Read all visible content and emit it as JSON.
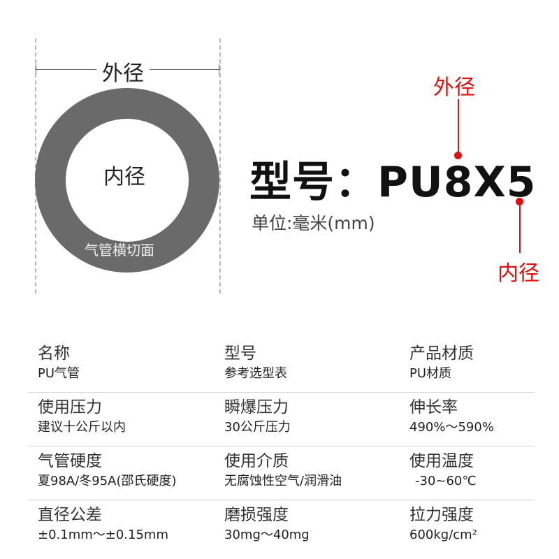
{
  "diagram": {
    "outer_label": "外径",
    "inner_label": "内径",
    "section_label": "气管横切面"
  },
  "model": {
    "title": "型号：PU8X5",
    "unit": "单位:毫米(mm)",
    "outer_callout": "外径",
    "inner_callout": "内径",
    "accent_color": "#e01010",
    "ring_color": "#6a6a6a"
  },
  "specs": [
    [
      {
        "head": "名称",
        "value": "PU气管"
      },
      {
        "head": "型号",
        "value": "参考选型表"
      },
      {
        "head": "产品材质",
        "value": "PU材质"
      }
    ],
    [
      {
        "head": "使用压力",
        "value": "建议十公斤以内"
      },
      {
        "head": "瞬爆压力",
        "value": "30公斤压力"
      },
      {
        "head": "伸长率",
        "value": "490%～590%"
      }
    ],
    [
      {
        "head": "气管硬度",
        "value": "夏98A/冬95A(邵氏硬度)"
      },
      {
        "head": "使用介质",
        "value": "无腐蚀性空气/润滑油"
      },
      {
        "head": "使用温度",
        "value": "-30~60℃"
      }
    ],
    [
      {
        "head": "直径公差",
        "value": "±0.1mm～±0.15mm"
      },
      {
        "head": "磨损强度",
        "value": "30mg～40mg"
      },
      {
        "head": "拉力强度",
        "value": "600kg/cm²"
      }
    ]
  ]
}
